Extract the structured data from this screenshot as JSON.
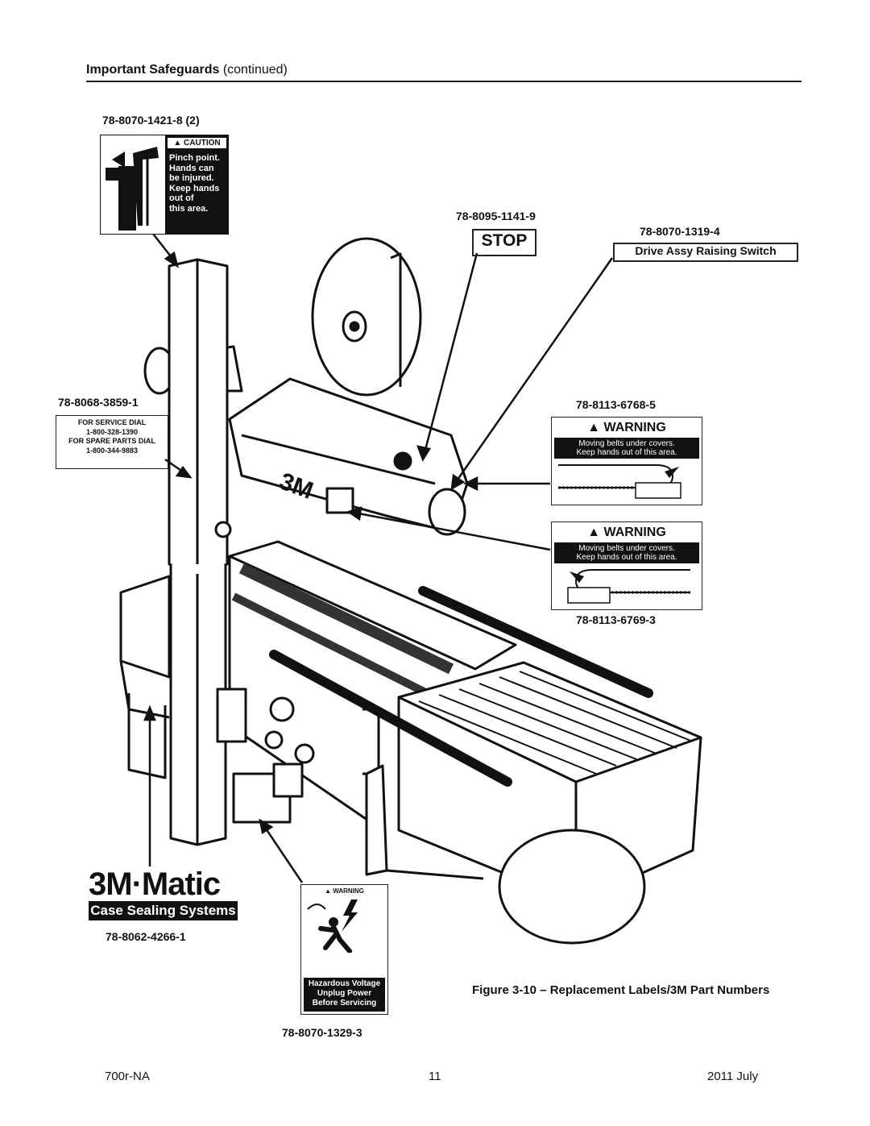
{
  "header": {
    "title": "Important Safeguards",
    "continued": "(continued)"
  },
  "part_numbers": {
    "caution": "78-8070-1421-8 (2)",
    "stop": "78-8095-1141-9",
    "drive_switch": "78-8070-1319-4",
    "service": "78-8068-3859-1",
    "warning_right": "78-8113-6768-5",
    "warning_left": "78-8113-6769-3",
    "logo": "78-8062-4266-1",
    "hazard": "78-8070-1329-3"
  },
  "labels": {
    "caution_head": "▲ CAUTION",
    "caution_body": "Pinch point.\nHands can\nbe injured.\nKeep hands\nout of\nthis area.",
    "stop": "STOP",
    "drive_switch": "Drive Assy Raising  Switch",
    "service": "FOR SERVICE DIAL\n1-800-328-1390\nFOR SPARE PARTS DIAL\n1-800-344-9883",
    "warning_head": "▲ WARNING",
    "warning_body": "Moving belts under covers.\nKeep hands out of this area.",
    "logo_top": "3M·Matic",
    "logo_bottom": "Case Sealing Systems",
    "hv_head": "▲ WARNING",
    "hv_body": "Hazardous Voltage\nUnplug Power\nBefore Servicing"
  },
  "figure": {
    "caption": "Figure 3-10 – Replacement Labels/3M Part Numbers",
    "machine_marking": "3M"
  },
  "footer": {
    "left": "700r-NA",
    "center": "11",
    "right": "2011 July"
  }
}
